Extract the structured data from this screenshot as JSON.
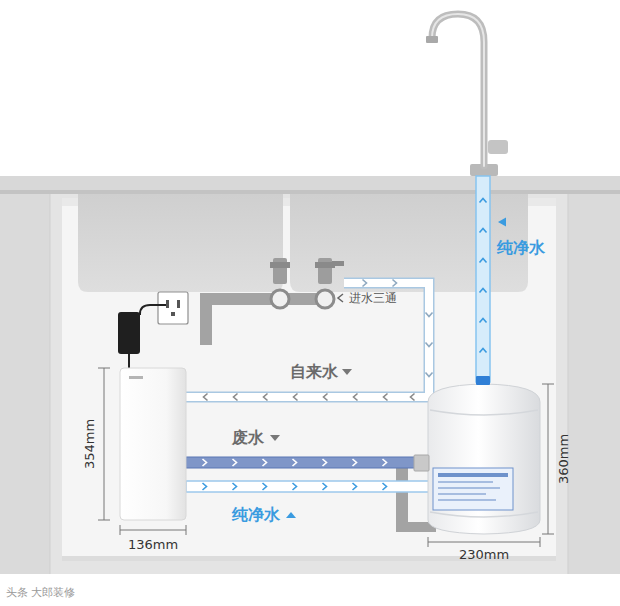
{
  "diagram": {
    "labels": [
      "纯净水",
      "进水三通",
      "自来水",
      "废水",
      "纯净水",
      "354mm",
      "136mm",
      "360mm",
      "230mm",
      "头条 大郎装修"
    ]
  }
}
